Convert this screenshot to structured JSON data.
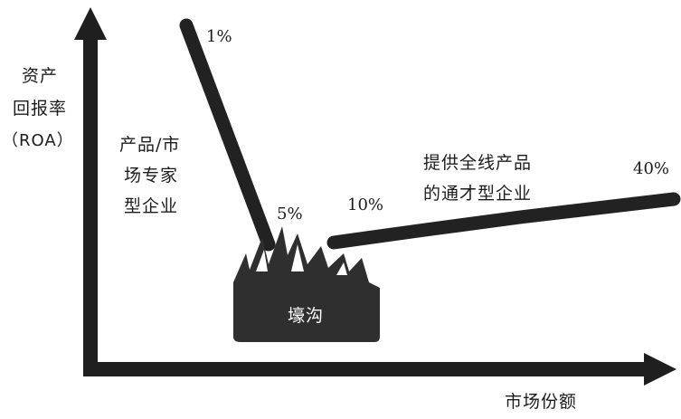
{
  "axes": {
    "y_label_line1": "资产",
    "y_label_line2": "回报率",
    "y_label_line3": "（ROA）",
    "x_label": "市场份额"
  },
  "specialist": {
    "line1": "产品/市",
    "line2": "场专家",
    "line3": "型企业",
    "high_pct": "1%",
    "low_pct": "5%"
  },
  "generalist": {
    "line1": "提供全线产品",
    "line2": "的通才型企业",
    "low_pct": "10%",
    "high_pct": "40%"
  },
  "ditch": {
    "label": "壕沟"
  },
  "colors": {
    "ink": "#1c1c1c",
    "ditch_fill": "#2f2f2f",
    "ditch_text": "#ffffff"
  }
}
